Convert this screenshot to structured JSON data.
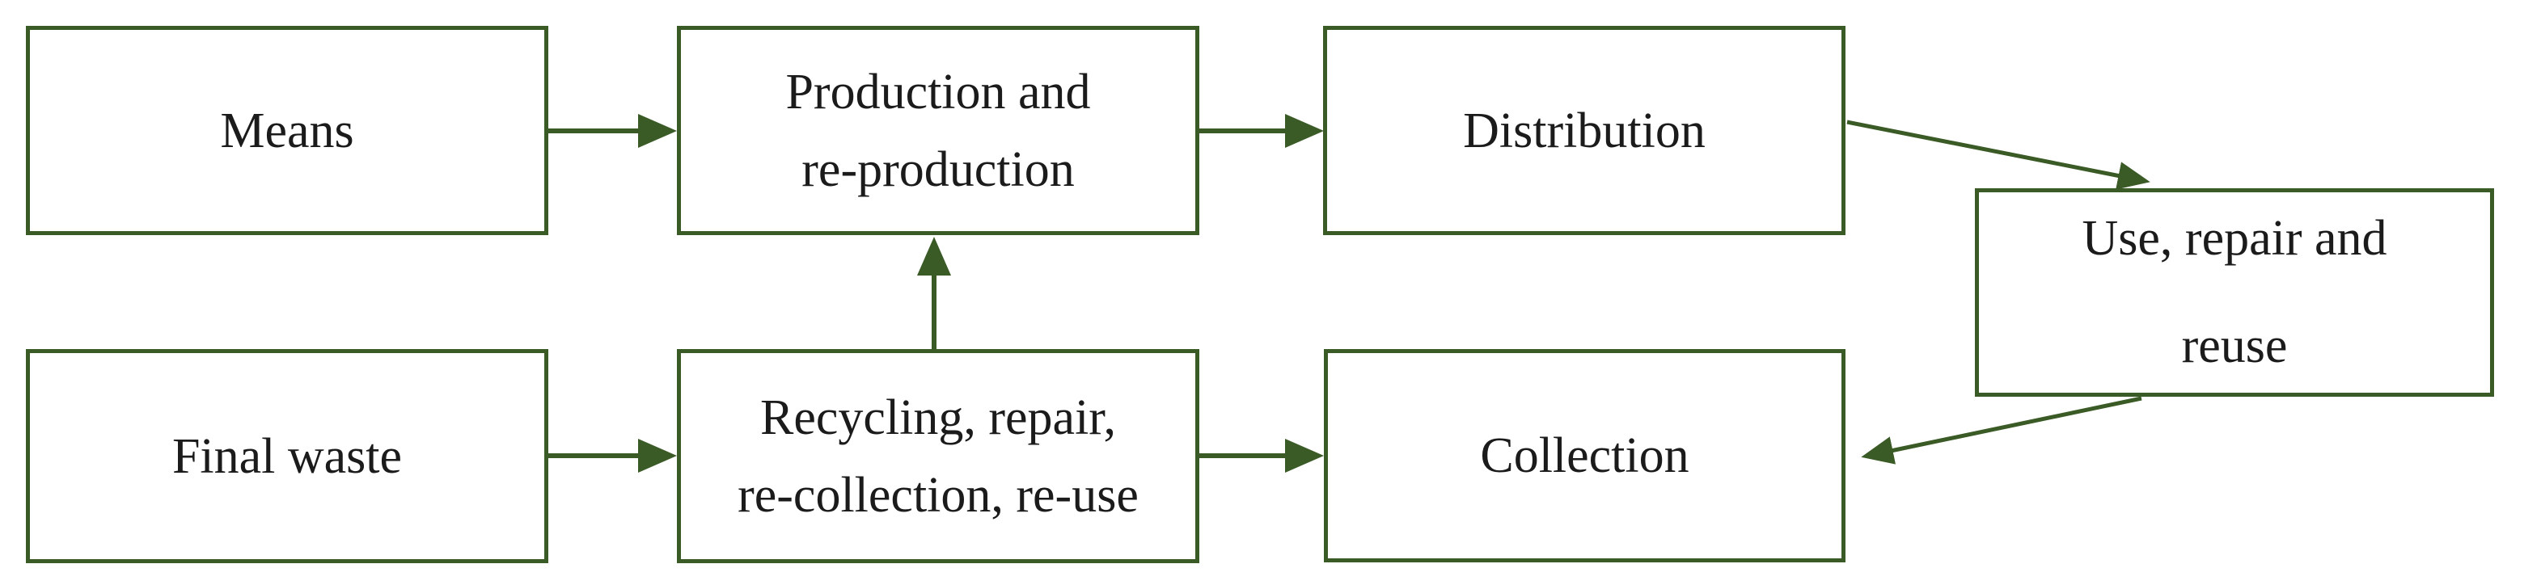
{
  "colors": {
    "line": "#3a5a26",
    "text": "#1b1b1b",
    "background": "#ffffff"
  },
  "nodes": {
    "means": {
      "label": "Means"
    },
    "production": {
      "line1": "Production and",
      "line2": "re-production"
    },
    "distribution": {
      "label": "Distribution"
    },
    "use": {
      "line1": "Use, repair and",
      "line2": "reuse"
    },
    "final_waste": {
      "label": "Final waste"
    },
    "recycling": {
      "line1": "Recycling, repair,",
      "line2": "re-collection, re-use"
    },
    "collection": {
      "label": "Collection"
    }
  },
  "edges": [
    {
      "from": "Means",
      "to": "Production and re-production"
    },
    {
      "from": "Production and re-production",
      "to": "Distribution"
    },
    {
      "from": "Distribution",
      "to": "Use, repair and reuse"
    },
    {
      "from": "Use, repair and reuse",
      "to": "Collection"
    },
    {
      "from": "Final waste",
      "to": "Recycling, repair, re-collection, re-use"
    },
    {
      "from": "Recycling, repair, re-collection, re-use",
      "to": "Collection"
    },
    {
      "from": "Recycling, repair, re-collection, re-use",
      "to": "Production and re-production"
    }
  ]
}
